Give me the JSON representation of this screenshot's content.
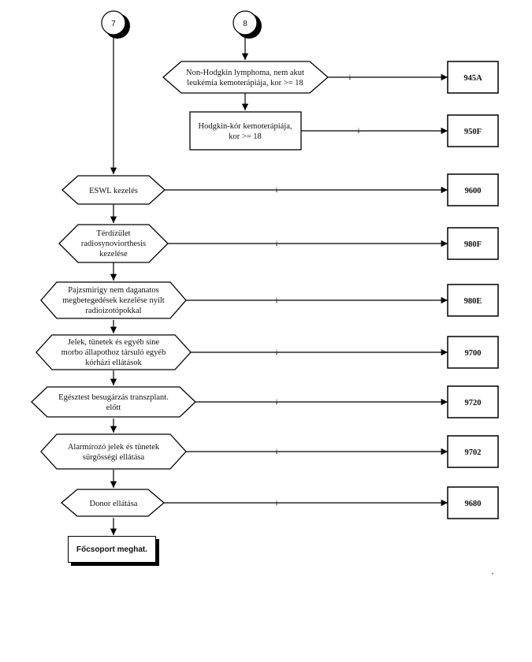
{
  "connectors": {
    "left": "7",
    "right": "8"
  },
  "yes_label": "i",
  "nodes": [
    {
      "id": "nonhodgkin",
      "shape": "decision",
      "lines": [
        "Non-Hodgkin lymphoma, nem akut",
        "leukémia kemoterápiája, kor >= 18"
      ],
      "code": "945A"
    },
    {
      "id": "hodgkin",
      "shape": "rect",
      "lines": [
        "Hodgkin-kór kemoterápiája,",
        "kor >= 18"
      ],
      "code": "950F"
    },
    {
      "id": "eswl",
      "shape": "decision",
      "lines": [
        "ESWL kezelés"
      ],
      "code": "9600"
    },
    {
      "id": "terd",
      "shape": "decision",
      "lines": [
        "Térdízület",
        "radiosynoviorthesis",
        "kezelése"
      ],
      "code": "980F"
    },
    {
      "id": "pajzs",
      "shape": "decision",
      "lines": [
        "Pajzsmirigy nem daganatos",
        "megbetegedések kezelése nyílt",
        "radioizotópokkal"
      ],
      "code": "980E"
    },
    {
      "id": "jelek",
      "shape": "decision",
      "lines": [
        "Jelek, tünetek és egyéb sine",
        "morbo állapothoz társuló egyéb",
        "kórházi ellátások"
      ],
      "code": "9700"
    },
    {
      "id": "egesz",
      "shape": "decision",
      "lines": [
        "Egésztest besugárzás transzplant.",
        "előtt"
      ],
      "code": "9720"
    },
    {
      "id": "alarm",
      "shape": "decision",
      "lines": [
        "Alarmírozó jelek és tünetek",
        "sürgősségi ellátása"
      ],
      "code": "9702"
    },
    {
      "id": "donor",
      "shape": "decision",
      "lines": [
        "Donor ellátása"
      ],
      "code": "9680"
    }
  ],
  "final": {
    "label": "Főcsoport meghat."
  },
  "corner_mark": "\""
}
